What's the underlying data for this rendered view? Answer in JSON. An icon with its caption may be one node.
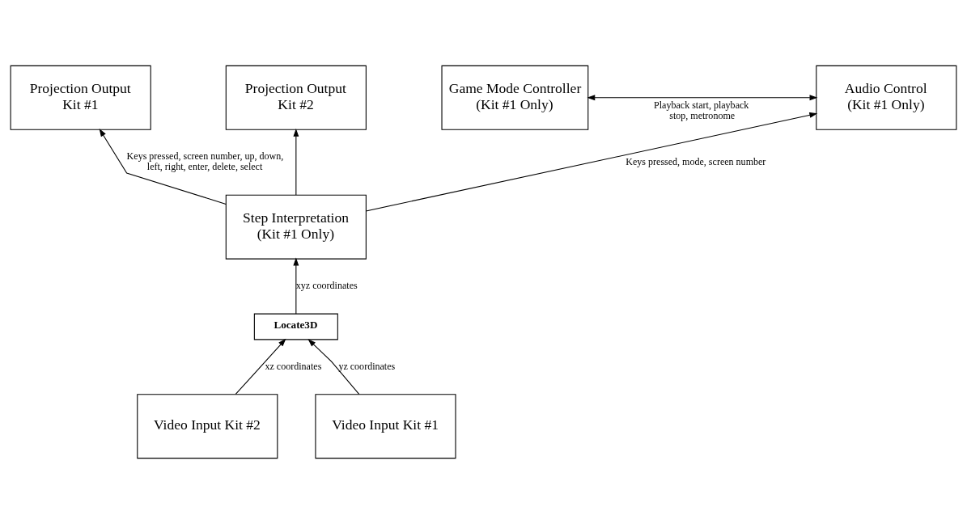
{
  "diagram": {
    "nodes": [
      {
        "text": [
          "Projection Output Kit #1"
        ]
      },
      {
        "text": [
          "Projection Output Kit #2"
        ]
      },
      {
        "text": [
          "Game Mode Controller (Kit #1 Only)"
        ]
      },
      {
        "text": [
          "Audio Control (Kit #1 Only)"
        ]
      },
      {
        "text": [
          "Step Interpretation (Kit #1 Only)"
        ]
      },
      {
        "text": [
          "Locate3D"
        ]
      },
      {
        "text": [
          "Video Input Kit #2"
        ]
      },
      {
        "text": [
          "Video Input Kit #1"
        ]
      }
    ],
    "edges": [
      {
        "from": 4,
        "to": 0,
        "arrow": "to",
        "label": "Keys pressed, screen number, up, down, left, right, enter, delete, select"
      },
      {
        "from": 4,
        "to": 1,
        "arrow": "to"
      },
      {
        "from": 2,
        "to": 3,
        "arrow": "both",
        "label": "Playback start, playback stop, metronome"
      },
      {
        "from": 4,
        "to": 3,
        "arrow": "to",
        "label": "Keys pressed, mode, screen number"
      },
      {
        "from": 5,
        "to": 4,
        "arrow": "to",
        "label": "xyz coordinates"
      },
      {
        "from": 6,
        "to": 5,
        "arrow": "to",
        "label": "xz coordinates"
      },
      {
        "from": 7,
        "to": 5,
        "arrow": "to",
        "label": "yz coordinates"
      }
    ]
  }
}
